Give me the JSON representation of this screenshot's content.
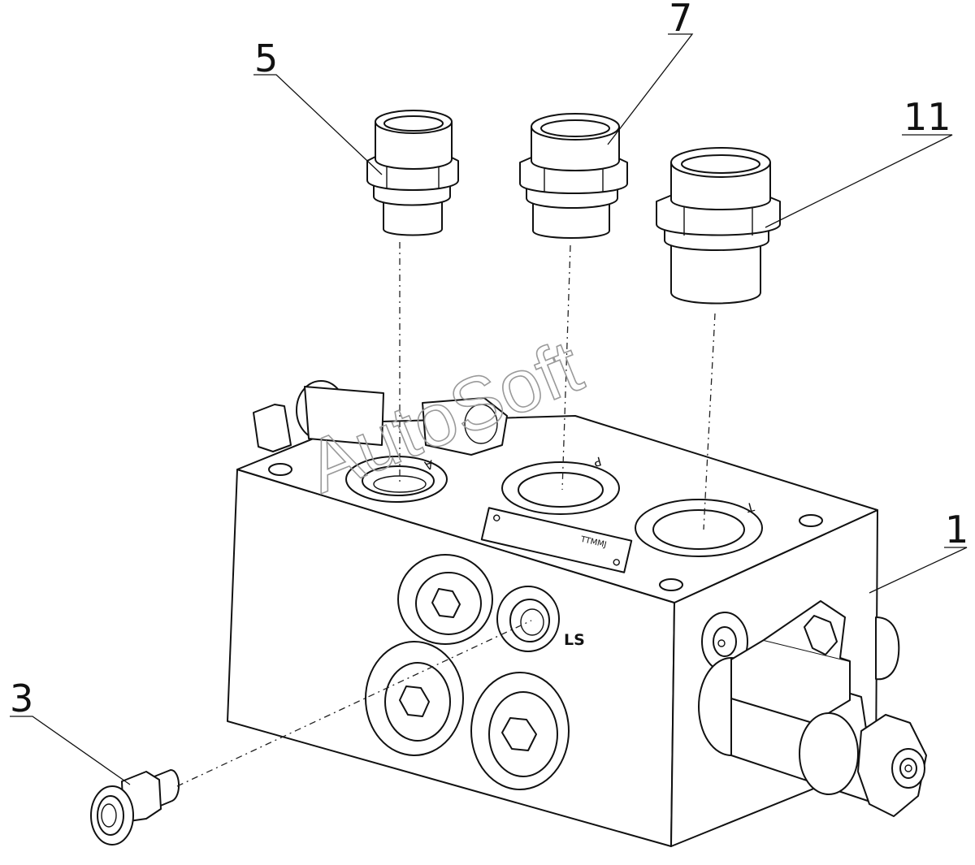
{
  "callouts": {
    "c5": "5",
    "c7": "7",
    "c11": "11",
    "c1": "1",
    "c3": "3"
  },
  "ports": {
    "a": "A",
    "p": "P",
    "t": "T",
    "ls": "LS"
  },
  "nameplate": "TTMMJ",
  "watermark": "AutoSoft"
}
